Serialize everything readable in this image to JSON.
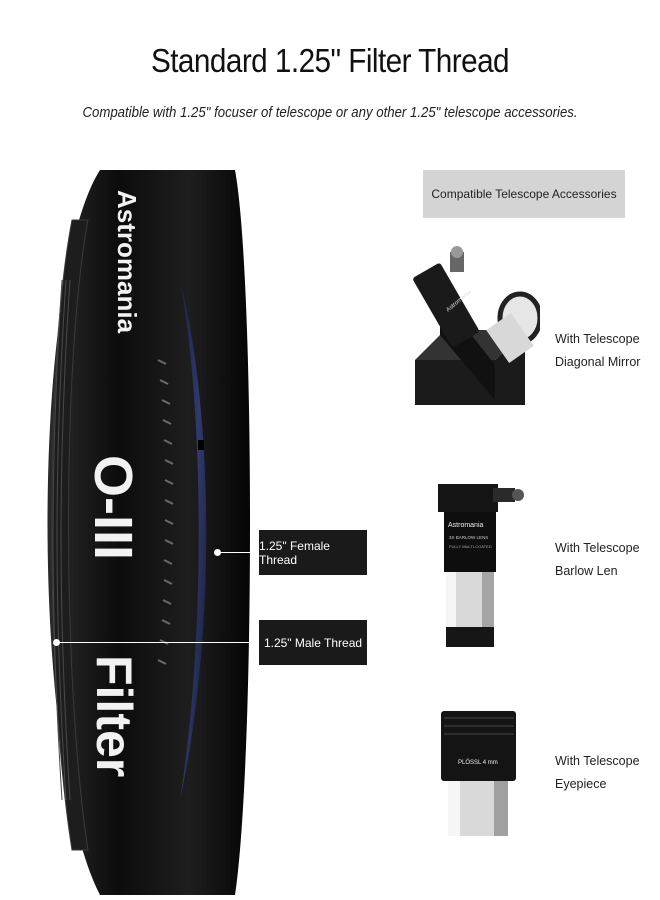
{
  "title": "Standard 1.25\" Filter Thread",
  "subtitle": "Compatible with 1.25\" focuser of telescope or any other 1.25\" telescope accessories.",
  "filter": {
    "brand": "Astromania",
    "name_line1": "O-III",
    "name_line2": "Filter"
  },
  "callouts": {
    "female_thread": "1.25\" Female Thread",
    "male_thread": "1.25\" Male Thread"
  },
  "accessories": {
    "header": "Compatible Telescope Accessories",
    "items": [
      {
        "line1": "With Telescope",
        "line2": "Diagonal Mirror",
        "icon": "diagonal-mirror-icon",
        "brand": "Astromania"
      },
      {
        "line1": "With Telescope",
        "line2": "Barlow Len",
        "icon": "barlow-lens-icon",
        "brand": "Astromania",
        "engraving1": "3X BARLOW LENS",
        "engraving2": "FULLY MULTI-COATED"
      },
      {
        "line1": "With Telescope",
        "line2": "Eyepiece",
        "icon": "eyepiece-icon",
        "engraving": "PLÖSSL  4 mm"
      }
    ]
  },
  "colors": {
    "callout_bg": "#1a1a1a",
    "header_bg": "#d4d4d4",
    "filter_black": "#141414"
  }
}
